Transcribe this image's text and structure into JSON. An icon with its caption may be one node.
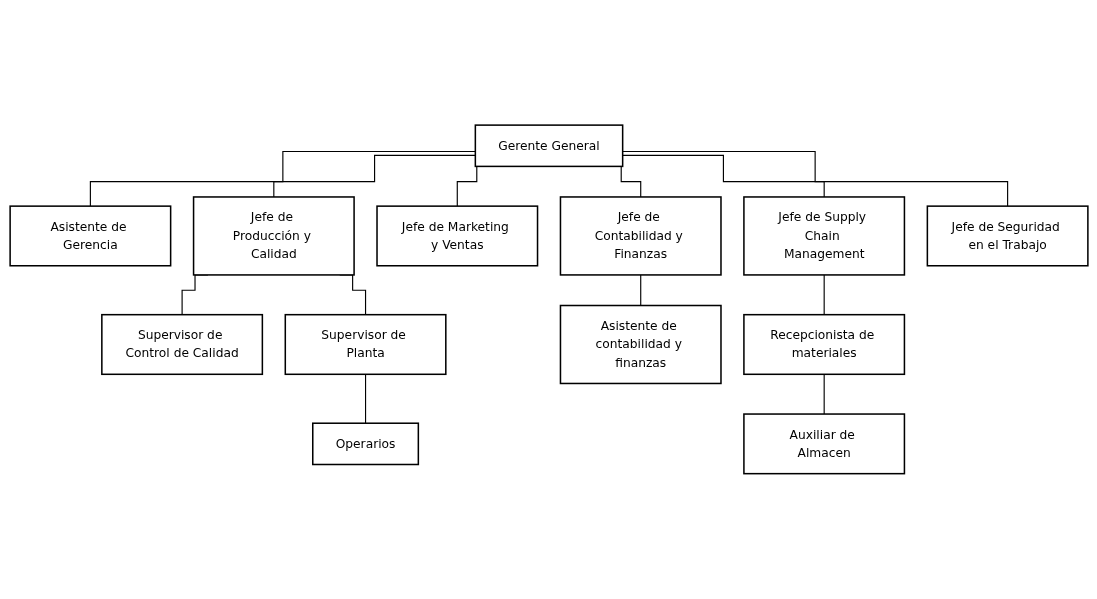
{
  "diagram": {
    "nodes": [
      {
        "text": [
          "Gerente General"
        ]
      },
      {
        "text": [
          "Asistente de Gerencia"
        ]
      },
      {
        "text": [
          "Jefe de Producción y Calidad"
        ]
      },
      {
        "text": [
          "Jefe de Marketing y Ventas"
        ]
      },
      {
        "text": [
          "Jefe de Contabilidad y Finanzas"
        ]
      },
      {
        "text": [
          "Jefe de Supply Chain Management"
        ]
      },
      {
        "text": [
          "Jefe de Seguridad en el Trabajo"
        ]
      },
      {
        "text": [
          "Supervisor de Control de Calidad"
        ]
      },
      {
        "text": [
          "Supervisor de Planta"
        ]
      },
      {
        "text": [
          "Asistente de contabilidad y finanzas"
        ]
      },
      {
        "text": [
          "Recepcionista de materiales"
        ]
      },
      {
        "text": [
          "Operarios"
        ]
      },
      {
        "text": [
          "Auxiliar de Almacen"
        ]
      }
    ],
    "edges": [
      {
        "from": 0,
        "to": 1,
        "arrow": "none"
      },
      {
        "from": 0,
        "to": 2,
        "arrow": "none"
      },
      {
        "from": 0,
        "to": 3,
        "arrow": "none"
      },
      {
        "from": 0,
        "to": 4,
        "arrow": "none"
      },
      {
        "from": 0,
        "to": 5,
        "arrow": "none"
      },
      {
        "from": 0,
        "to": 6,
        "arrow": "none"
      },
      {
        "from": 2,
        "to": 7,
        "arrow": "none"
      },
      {
        "from": 2,
        "to": 8,
        "arrow": "none"
      },
      {
        "from": 4,
        "to": 9,
        "arrow": "none"
      },
      {
        "from": 5,
        "to": 10,
        "arrow": "none"
      },
      {
        "from": 8,
        "to": 11,
        "arrow": "none"
      },
      {
        "from": 10,
        "to": 12,
        "arrow": "none"
      }
    ]
  }
}
